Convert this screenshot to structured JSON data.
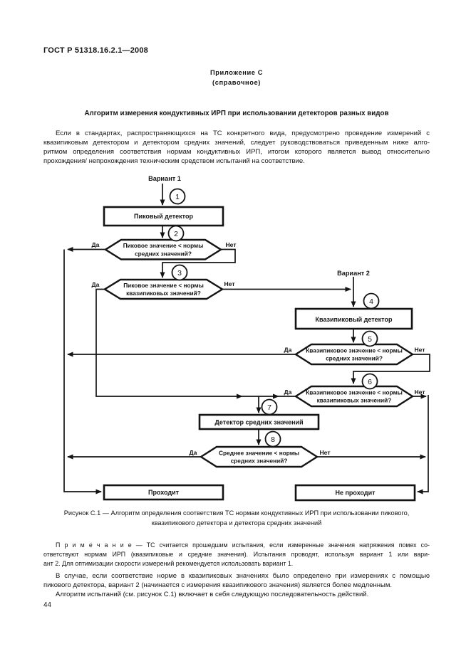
{
  "page": {
    "header": "ГОСТ Р 51318.16.2.1—2008",
    "page_number": "44"
  },
  "appendix": {
    "label": "Приложение С",
    "kind": "(справочное)",
    "title": "Алгоритм измерения кондуктивных ИРП при использовании детекторов разных видов"
  },
  "intro": {
    "lines": [
      "Если в стандартах, распространяющихся на ТС конкретного вида, предусмотрено проведение измерений с",
      "квазипиковым детектором и детектором средних значений, следует руководствоваться приведенным ниже алго-",
      "ритмом определения соответствия нормам кондуктивных ИРП, итогом которого является вывод относительно",
      "прохождения/ непрохождения техническим средством испытаний на соответствие."
    ]
  },
  "flowchart": {
    "variant1": "Вариант 1",
    "variant2": "Вариант 2",
    "yes": "Да",
    "no": "Нет",
    "steps": [
      "1",
      "2",
      "3",
      "4",
      "5",
      "6",
      "7",
      "8"
    ],
    "boxes": {
      "peak": "Пиковый детектор",
      "quasipeak": "Квазипиковый детектор",
      "average": "Детектор средних значений",
      "pass": "Проходит",
      "fail": "Не проходит"
    },
    "decisions": [
      {
        "line1": "Пиковое значение < нормы",
        "line2": "средних значений?"
      },
      {
        "line1": "Пиковое значение < нормы",
        "line2": "квазипиковых значений?"
      },
      {
        "line1": "Квазипиковое значение < нормы",
        "line2": "средних значений?"
      },
      {
        "line1": "Квазипиковое значение < нормы",
        "line2": "квазипиковых значений?"
      },
      {
        "line1": "Среднее значение < нормы",
        "line2": "средних значений?"
      }
    ]
  },
  "caption": {
    "lines": [
      "Рисунок С.1 — Алгоритм определения соответствия ТС нормам кондуктивных ИРП при использовании пикового,",
      "квазипикового детектора и детектора средних значений"
    ]
  },
  "note": {
    "lines": [
      "П р и м е ч а н и е — ТС считается прошедшим испытания, если измеренные значения напряжения помех со-",
      "ответствуют нормам ИРП (квазипиковые и средние значения). Испытания проводят, используя вариант 1 или вари-",
      "ант 2. Для оптимизации скорости измерений рекомендуется использовать вариант 1."
    ]
  },
  "para2": {
    "lines": [
      "В случае, если соответствие норме в квазипиковых значениях было определено при измерениях с помощью",
      "пикового детектора, вариант 2 (начинается с измерения квазипикового значения) является более медленным."
    ]
  },
  "para3": {
    "text": "Алгоритм испытаний (см. рисунок С.1) включает в себя следующую последовательность действий."
  }
}
